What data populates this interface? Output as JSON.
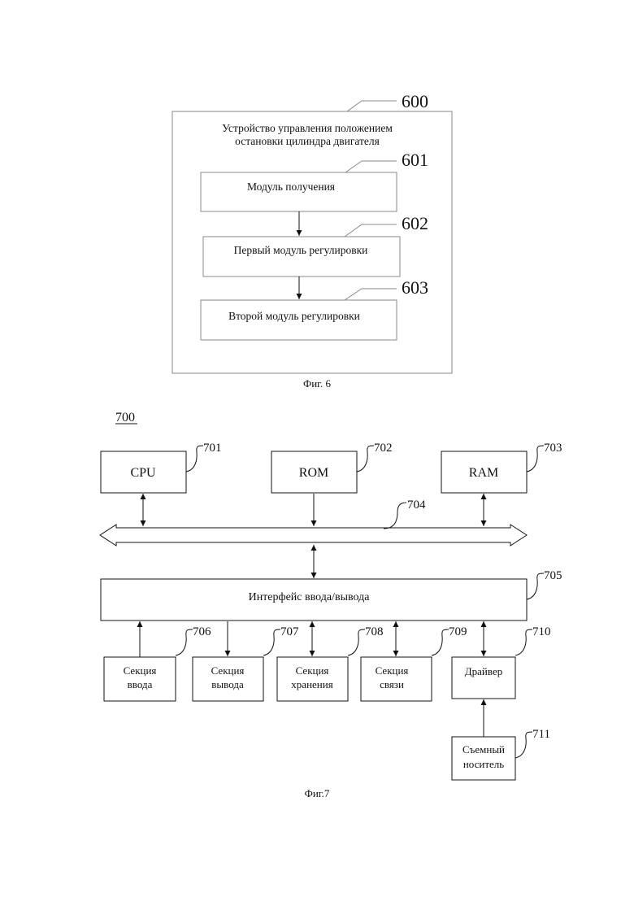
{
  "fig6": {
    "ref_number": "600",
    "title_line1": "Устройство управления положением",
    "title_line2": "остановки цилиндра двигателя",
    "modules": [
      {
        "ref": "601",
        "label": "Модуль получения"
      },
      {
        "ref": "602",
        "label": "Первый модуль регулировки"
      },
      {
        "ref": "603",
        "label": "Второй модуль регулировки"
      }
    ],
    "caption": "Фиг. 6"
  },
  "fig7": {
    "ref_number": "700",
    "cpu": {
      "ref": "701",
      "label": "CPU"
    },
    "rom": {
      "ref": "702",
      "label": "ROM"
    },
    "ram": {
      "ref": "703",
      "label": "RAM"
    },
    "bus_ref": "704",
    "io": {
      "ref": "705",
      "label": "Интерфейс ввода/вывода"
    },
    "sections": [
      {
        "ref": "706",
        "line1": "Секция",
        "line2": "ввода"
      },
      {
        "ref": "707",
        "line1": "Секция",
        "line2": "вывода"
      },
      {
        "ref": "708",
        "line1": "Секция",
        "line2": "хранения"
      },
      {
        "ref": "709",
        "line1": "Секция",
        "line2": "связи"
      }
    ],
    "driver": {
      "ref": "710",
      "label": "Драйвер"
    },
    "media": {
      "ref": "711",
      "line1": "Съемный",
      "line2": "носитель"
    },
    "caption": "Фиг.7"
  }
}
